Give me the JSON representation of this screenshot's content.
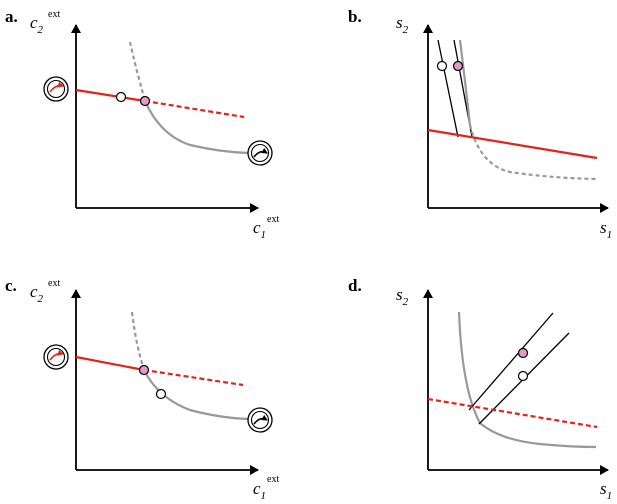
{
  "panels": [
    {
      "letter": "a.",
      "y_label": {
        "main": "c",
        "sub": "2",
        "sup": "ext"
      },
      "x_label": {
        "main": "c",
        "sub": "1",
        "sup": "ext"
      }
    },
    {
      "letter": "b.",
      "y_label": {
        "main": "s",
        "sub": "2",
        "sup": ""
      },
      "x_label": {
        "main": "s",
        "sub": "1",
        "sup": ""
      }
    },
    {
      "letter": "c.",
      "y_label": {
        "main": "c",
        "sub": "2",
        "sup": "ext"
      },
      "x_label": {
        "main": "c",
        "sub": "1",
        "sup": "ext"
      }
    },
    {
      "letter": "d.",
      "y_label": {
        "main": "s",
        "sub": "2",
        "sup": ""
      },
      "x_label": {
        "main": "s",
        "sub": "1",
        "sup": ""
      }
    }
  ],
  "colors": {
    "axis": "#000000",
    "red_line": "#e2231a",
    "gray_curve": "#999999",
    "pink_point": "#e59ac6",
    "white_point": "#ffffff"
  },
  "icons": [
    "circular-arrow-icon"
  ]
}
